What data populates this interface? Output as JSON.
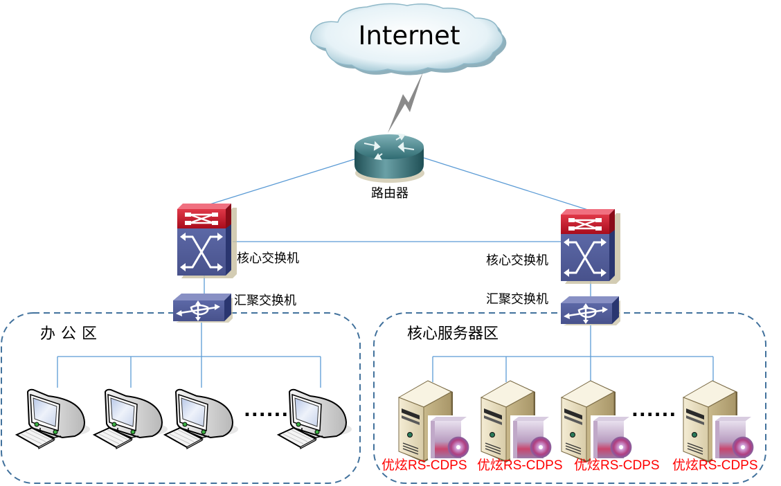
{
  "title": "Network topology diagram",
  "nodes": {
    "internet": {
      "label": "Internet",
      "type": "cloud"
    },
    "router": {
      "label": "路由器",
      "type": "router"
    },
    "core_switch_left": {
      "label": "核心交换机",
      "type": "core-switch"
    },
    "core_switch_right": {
      "label": "核心交换机",
      "type": "core-switch"
    },
    "agg_switch_left": {
      "label": "汇聚交换机",
      "type": "aggregation-switch"
    },
    "agg_switch_right": {
      "label": "汇聚交换机",
      "type": "aggregation-switch"
    }
  },
  "zones": {
    "office": {
      "label": "办公区",
      "device_type": "workstation",
      "devices_shown": 4,
      "ellipsis": "......"
    },
    "servers": {
      "label": "核心服务器区",
      "device_type": "server",
      "devices_shown": 4,
      "ellipsis": "......",
      "server_labels": [
        "优炫RS-CDPS",
        "优炫RS-CDPS",
        "优炫RS-CDPS",
        "优炫RS-CDPS"
      ]
    }
  },
  "links": [
    {
      "from": "internet",
      "to": "router",
      "type": "wan-lightning"
    },
    {
      "from": "router",
      "to": "core_switch_left",
      "type": "line"
    },
    {
      "from": "router",
      "to": "core_switch_right",
      "type": "line"
    },
    {
      "from": "core_switch_left",
      "to": "core_switch_right",
      "type": "line"
    },
    {
      "from": "core_switch_left",
      "to": "agg_switch_left",
      "type": "line"
    },
    {
      "from": "core_switch_right",
      "to": "agg_switch_right",
      "type": "line"
    },
    {
      "from": "agg_switch_left",
      "to": "office",
      "type": "bus"
    },
    {
      "from": "agg_switch_right",
      "to": "servers",
      "type": "bus"
    }
  ],
  "colors": {
    "link": "#5b9bd5",
    "zone_border": "#41719c",
    "server_label": "#ff0000",
    "core_switch_top": "#c8102e",
    "switch_body": "#55609c",
    "router_body": "#2f6b72",
    "cloud": "#d9ecf3"
  }
}
